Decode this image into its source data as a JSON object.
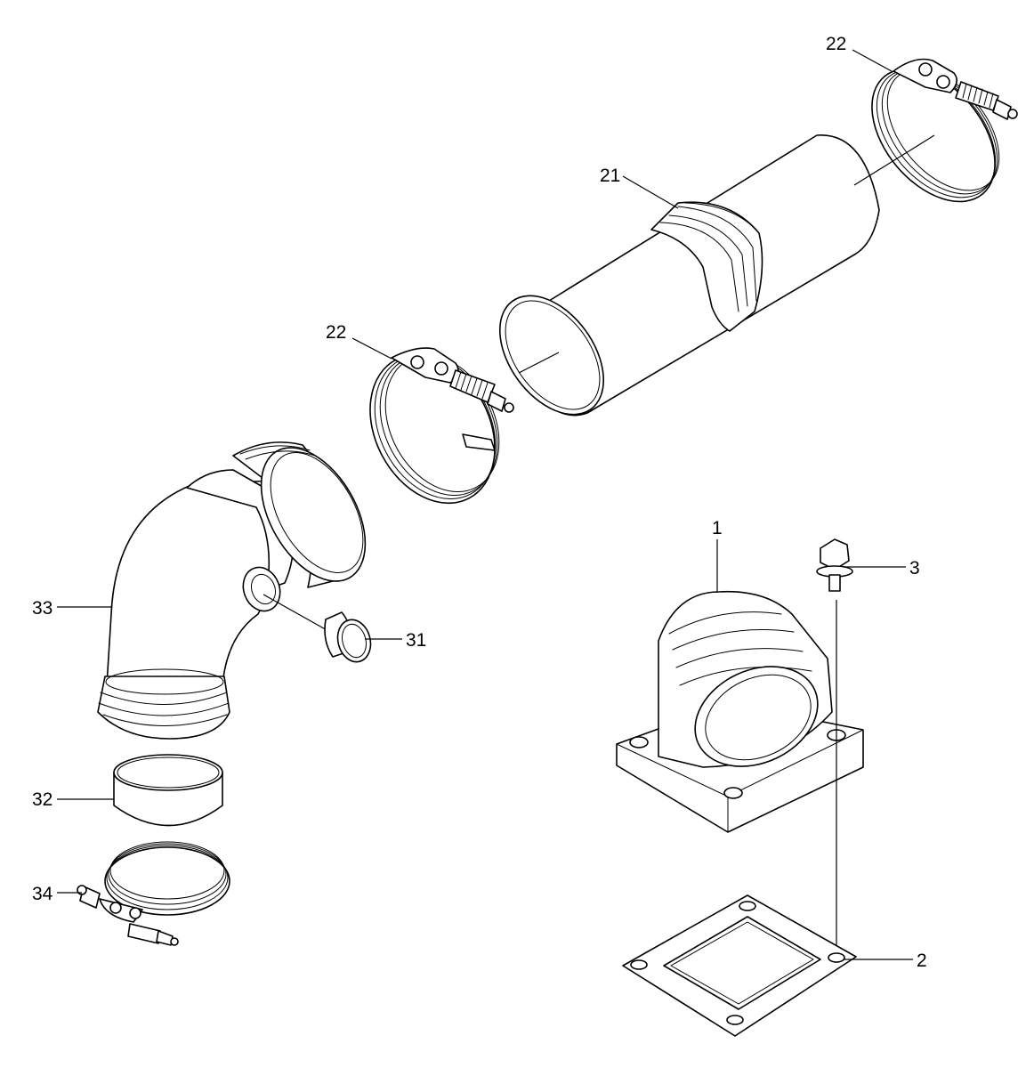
{
  "callouts": {
    "c1": "1",
    "c2": "2",
    "c3": "3",
    "c21": "21",
    "c22a": "22",
    "c22b": "22",
    "c31": "31",
    "c32": "32",
    "c33": "33",
    "c34": "34"
  }
}
